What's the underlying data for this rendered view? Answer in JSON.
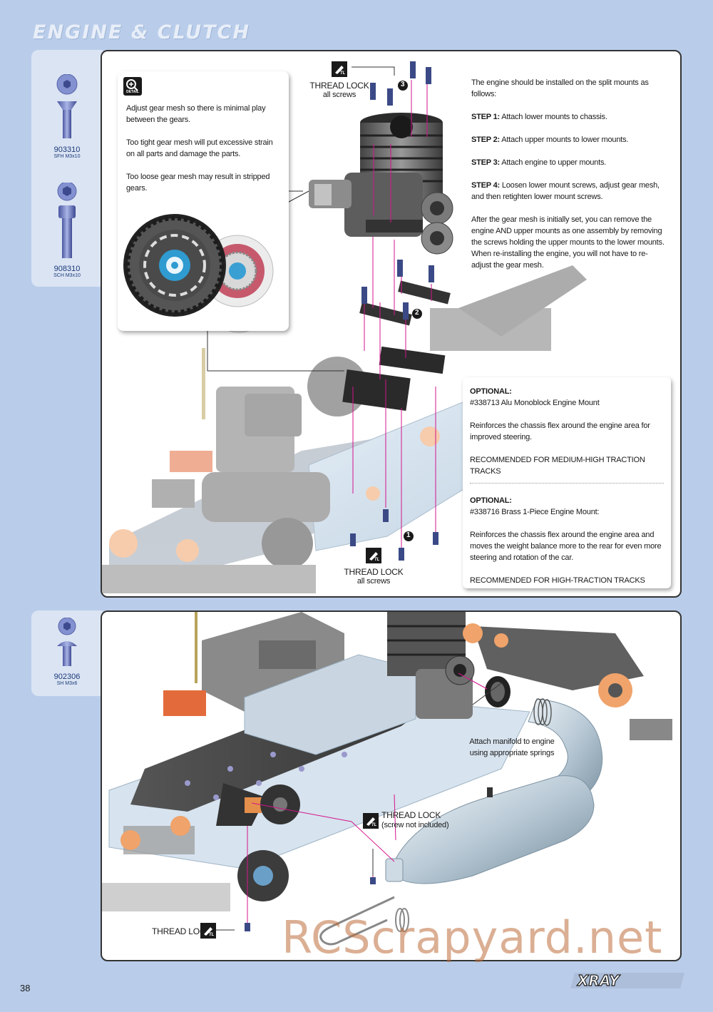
{
  "page": {
    "title": "ENGINE & CLUTCH",
    "number": "38",
    "watermark": "RCScrapyard.net",
    "brand": "XRAY"
  },
  "colors": {
    "background": "#b9cdea",
    "accent_magenta": "#d4148c",
    "part_blue": "#7f8ecb",
    "orange_parts": "#f0a36a"
  },
  "parts_top": [
    {
      "code": "903310",
      "spec": "SFH M3x10",
      "icon": "flat-head-screw-icon"
    },
    {
      "code": "908310",
      "spec": "SCH M3x10",
      "icon": "socket-cap-screw-icon"
    }
  ],
  "parts_bottom": [
    {
      "code": "902306",
      "spec": "SH M3x6",
      "icon": "button-head-screw-icon"
    }
  ],
  "step1": {
    "detail": {
      "icon": "detail-magnifier-icon",
      "badge": "DETAIL",
      "lines": [
        "Adjust gear mesh so there is minimal play between the gears.",
        "Too tight gear mesh will put excessive strain on all parts and damage the parts.",
        "Too loose gear mesh may result in stripped gears."
      ]
    },
    "thread_lock_top": {
      "title": "THREAD LOCK",
      "sub": "all screws",
      "badge": "TL"
    },
    "thread_lock_bottom": {
      "title": "THREAD LOCK",
      "sub": "all screws",
      "badge": "TL"
    },
    "callouts": [
      "3",
      "2",
      "1"
    ],
    "instructions": {
      "intro": "The engine should be installed on the split mounts as follows:",
      "steps": [
        {
          "label": "STEP 1:",
          "text": "Attach lower mounts to chassis."
        },
        {
          "label": "STEP 2:",
          "text": "Attach upper mounts to lower mounts."
        },
        {
          "label": "STEP 3:",
          "text": "Attach engine to upper mounts."
        },
        {
          "label": "STEP 4:",
          "text": "Loosen lower mount screws, adjust gear mesh, and then retighten lower mount screws."
        }
      ],
      "note": "After the gear mesh is initially set, you can remove the engine AND upper mounts as one assembly by removing the screws holding the upper mounts to the lower mounts.  When re-installing the engine, you will not have to re-adjust the gear mesh."
    },
    "optional": [
      {
        "heading": "OPTIONAL:",
        "part": "#338713 Alu Monoblock Engine Mount",
        "desc": "Reinforces the chassis flex around the engine area for improved steering.",
        "rec": "RECOMMENDED FOR MEDIUM-HIGH TRACTION TRACKS"
      },
      {
        "heading": "OPTIONAL:",
        "part": "#338716 Brass 1-Piece Engine Mount:",
        "desc": "Reinforces the chassis flex around the engine area and moves the weight balance more to the rear for even more steering and rotation of the car.",
        "rec": "RECOMMENDED FOR HIGH-TRACTION TRACKS"
      }
    ]
  },
  "step2": {
    "manifold_note": "Attach manifold to engine using appropriate springs",
    "thread_lock_right": {
      "title": "THREAD LOCK",
      "sub": "(screw not included)",
      "badge": "TL"
    },
    "thread_lock_left": {
      "title": "THREAD LOCK",
      "badge": "TL"
    }
  }
}
